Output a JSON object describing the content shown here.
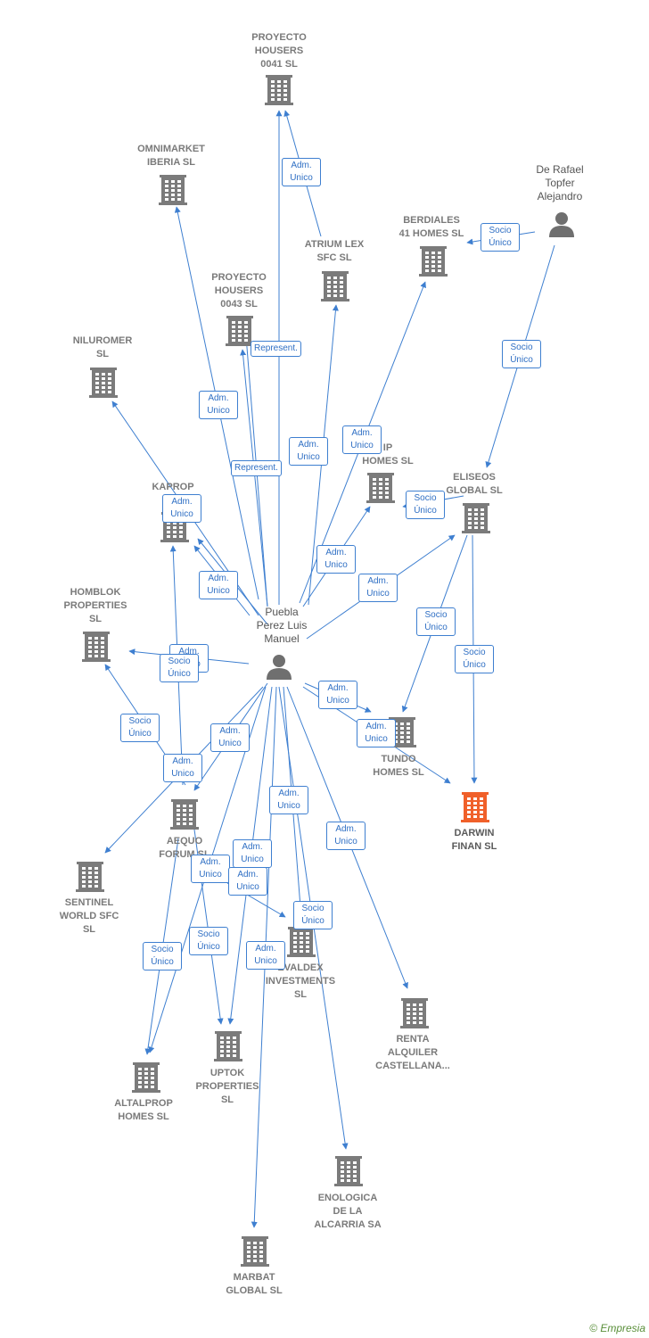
{
  "nodes": {
    "proyecto_0041": {
      "label": "PROYECTO\nHOUSERS\n0041  SL",
      "kind": "company"
    },
    "omnimarket": {
      "label": "OMNIMARKET\nIBERIA  SL",
      "kind": "company"
    },
    "rafael": {
      "label": "De Rafael\nTopfer\nAlejandro",
      "kind": "person"
    },
    "berdiales": {
      "label": "BERDIALES\n41 HOMES  SL",
      "kind": "company"
    },
    "atrium": {
      "label": "ATRIUM LEX\nSFC  SL",
      "kind": "company"
    },
    "proyecto_0043": {
      "label": "PROYECTO\nHOUSERS\n0043  SL",
      "kind": "company"
    },
    "niluromer": {
      "label": "NILUROMER\nSL",
      "kind": "company"
    },
    "ip_homes": {
      "label": "IP\nHOMES  SL",
      "kind": "company"
    },
    "kaprop": {
      "label": "KAPROP\nHO",
      "kind": "company"
    },
    "eliseos": {
      "label": "ELISEOS\nGLOBAL  SL",
      "kind": "company"
    },
    "homblok": {
      "label": "HOMBLOK\nPROPERTIES\nSL",
      "kind": "company"
    },
    "puebla": {
      "label": "Puebla\nPerez Luis\nManuel",
      "kind": "person"
    },
    "tundo": {
      "label": "TUNDO\nHOMES  SL",
      "kind": "company"
    },
    "darwin": {
      "label": "DARWIN\nFINAN  SL",
      "kind": "focus"
    },
    "aequo": {
      "label": "AEQUO\nFORUM  SL",
      "kind": "company"
    },
    "sentinel": {
      "label": "SENTINEL\nWORLD SFC\nSL",
      "kind": "company"
    },
    "evaldex": {
      "label": "EVALDEX\nINVESTMENTS\nSL",
      "kind": "company"
    },
    "renta": {
      "label": "RENTA\nALQUILER\nCASTELLANA...",
      "kind": "company"
    },
    "uptok": {
      "label": "UPTOK\nPROPERTIES\nSL",
      "kind": "company"
    },
    "altalprop": {
      "label": "ALTALPROP\nHOMES  SL",
      "kind": "company"
    },
    "enologica": {
      "label": "ENOLOGICA\nDE LA\nALCARRIA SA",
      "kind": "company"
    },
    "marbat": {
      "label": "MARBAT\nGLOBAL  SL",
      "kind": "company"
    }
  },
  "relations": [
    {
      "from": "puebla",
      "to": "proyecto_0041",
      "label": "Adm.\nUnico"
    },
    {
      "from": "atrium",
      "to": "proyecto_0041",
      "label": "Adm.\nUnico"
    },
    {
      "from": "puebla",
      "to": "omnimarket",
      "label": "Adm.\nUnico"
    },
    {
      "from": "rafael",
      "to": "berdiales",
      "label": "Socio\nÚnico"
    },
    {
      "from": "puebla",
      "to": "atrium",
      "label": "Adm.\nUnico"
    },
    {
      "from": "puebla",
      "to": "proyecto_0043",
      "label": "Represent."
    },
    {
      "from": "puebla",
      "to": "proyecto_0043",
      "label": "Represent."
    },
    {
      "from": "puebla",
      "to": "niluromer",
      "label": "Adm.\nUnico"
    },
    {
      "from": "puebla",
      "to": "berdiales",
      "label": "Adm.\nUnico"
    },
    {
      "from": "puebla",
      "to": "ip_homes",
      "label": "Adm.\nUnico"
    },
    {
      "from": "rafael",
      "to": "eliseos",
      "label": "Socio\nÚnico"
    },
    {
      "from": "eliseos",
      "to": "ip_homes",
      "label": "Socio\nÚnico"
    },
    {
      "from": "puebla",
      "to": "kaprop",
      "label": "Adm.\nUnico"
    },
    {
      "from": "puebla",
      "to": "kaprop",
      "label": "Adm.\nUnico"
    },
    {
      "from": "puebla",
      "to": "eliseos",
      "label": "Adm.\nUnico"
    },
    {
      "from": "puebla",
      "to": "homblok",
      "label": "Adm.\nUnico"
    },
    {
      "from": "aequo",
      "to": "homblok",
      "label": "Socio\nÚnico"
    },
    {
      "from": "aequo",
      "to": "kaprop",
      "label": "Socio\nÚnico"
    },
    {
      "from": "eliseos",
      "to": "tundo",
      "label": "Socio\nÚnico"
    },
    {
      "from": "eliseos",
      "to": "darwin",
      "label": "Socio\nÚnico"
    },
    {
      "from": "puebla",
      "to": "tundo",
      "label": "Adm.\nUnico"
    },
    {
      "from": "puebla",
      "to": "darwin",
      "label": "Adm.\nUnico"
    },
    {
      "from": "puebla",
      "to": "aequo",
      "label": "Adm.\nUnico"
    },
    {
      "from": "puebla",
      "to": "sentinel",
      "label": "Adm.\nUnico"
    },
    {
      "from": "puebla",
      "to": "evaldex",
      "label": "Adm.\nUnico"
    },
    {
      "from": "puebla",
      "to": "renta",
      "label": "Adm.\nUnico"
    },
    {
      "from": "puebla",
      "to": "uptok",
      "label": "Adm.\nUnico"
    },
    {
      "from": "puebla",
      "to": "altalprop",
      "label": "Adm.\nUnico"
    },
    {
      "from": "aequo",
      "to": "evaldex",
      "label": "Socio\nÚnico"
    },
    {
      "from": "aequo",
      "to": "uptok",
      "label": "Socio\nÚnico"
    },
    {
      "from": "aequo",
      "to": "altalprop",
      "label": "Socio\nÚnico"
    },
    {
      "from": "puebla",
      "to": "enologica",
      "label": "Adm.\nUnico"
    },
    {
      "from": "puebla",
      "to": "marbat",
      "label": "Adm.\nUnico"
    }
  ],
  "footer": {
    "copyright": "©",
    "brand": "Empresia"
  },
  "colors": {
    "edge": "#3e7fd0",
    "company": "#7b7b7b",
    "focus": "#f0602a",
    "person": "#6f6f6f"
  }
}
